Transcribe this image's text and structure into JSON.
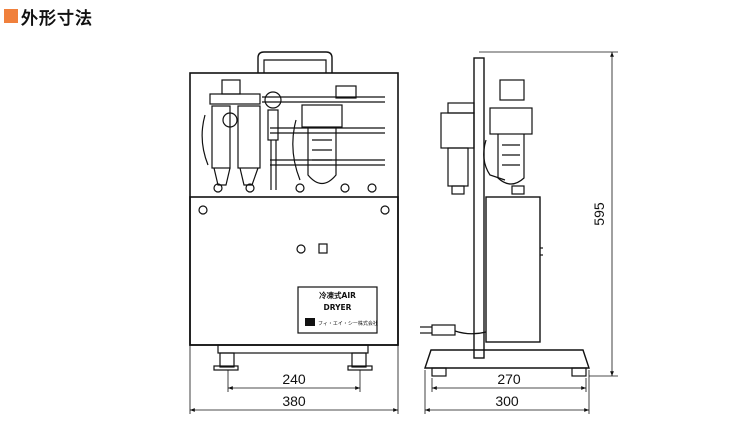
{
  "heading": {
    "title": "外形寸法",
    "accent_color": "#f0803c"
  },
  "nameplate": {
    "line1": "冷凍式AIR",
    "line2": "DRYER",
    "maker": "フィ・エイ・シー株式会社"
  },
  "dimensions": {
    "front_inner_width": "240",
    "front_overall_width": "380",
    "side_inner_depth": "270",
    "side_overall_depth": "300",
    "overall_height": "595"
  }
}
